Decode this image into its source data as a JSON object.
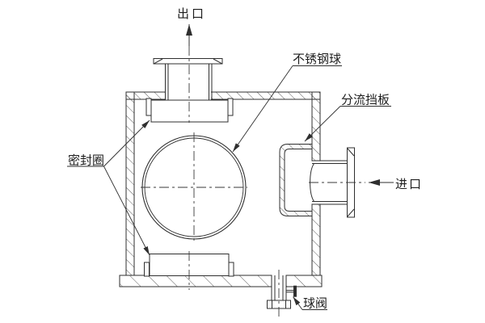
{
  "drawing": {
    "type": "engineering-section-drawing",
    "labels": {
      "outlet": "出口",
      "stainless_steel_ball": "不锈钢球",
      "diverter_baffle": "分流挡板",
      "seal_ring": "密封圈",
      "inlet": "进口",
      "ball_valve": "球阀"
    },
    "colors": {
      "line": "#2f2f2f",
      "hatch": "#4d4d4d",
      "background": "#ffffff",
      "text": "#1d1d1d"
    }
  }
}
